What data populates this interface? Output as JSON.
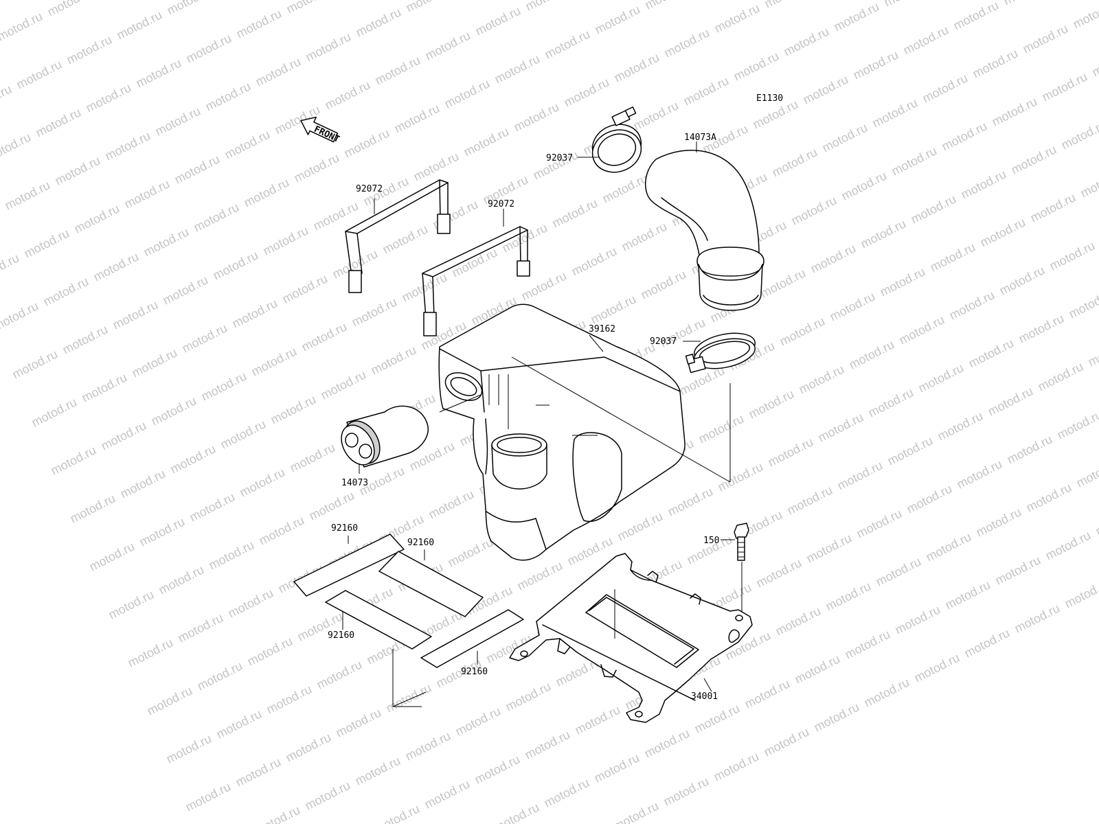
{
  "watermark": "motod.ru",
  "diagram_code": "E1130",
  "front_label": "FRONT",
  "parts": {
    "clamp_upper": "92037",
    "clamp_lower": "92037",
    "duct": "14073A",
    "band_left": "92072",
    "band_right": "92072",
    "silencer_case": "39162",
    "inlet_duct": "14073",
    "pad_1": "92160",
    "pad_2": "92160",
    "pad_3": "92160",
    "pad_4": "92160",
    "bolt": "150",
    "bracket": "34001"
  }
}
